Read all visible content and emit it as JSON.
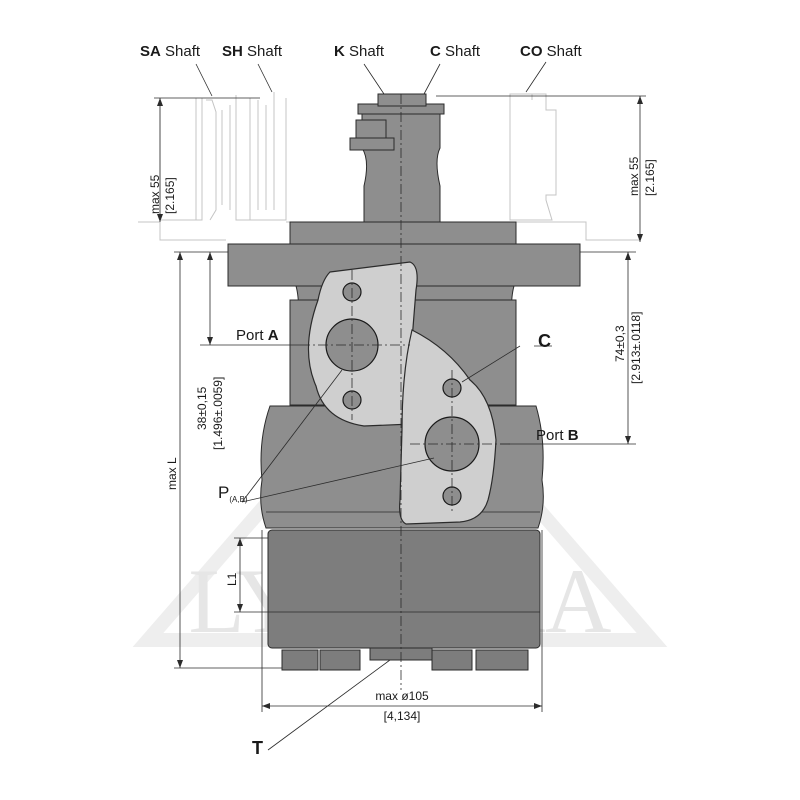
{
  "shaft_labels": [
    {
      "code": "SA",
      "word": "Shaft"
    },
    {
      "code": "SH",
      "word": "Shaft"
    },
    {
      "code": "K",
      "word": "Shaft"
    },
    {
      "code": "C",
      "word": "Shaft"
    },
    {
      "code": "CO",
      "word": "Shaft"
    }
  ],
  "ports": {
    "a_prefix": "Port ",
    "a_code": "A",
    "b_prefix": "Port ",
    "b_code": "B",
    "c_label": "C",
    "p_main": "P",
    "p_sub": "(A,B)",
    "t_label": "T"
  },
  "dimensions": {
    "left_height_metric": "max 55",
    "left_height_inch": "[2.165]",
    "right_height_metric": "max 55",
    "right_height_inch": "[2.165]",
    "port_offset_metric": "74±0,3",
    "port_offset_inch": "[2.913±.0118]",
    "port_a_metric": "38±0,15",
    "port_a_inch": "[1.496±.0059]",
    "overall_length": "max L",
    "l1": "L1",
    "diameter_metric": "max ø105",
    "diameter_inch": "[4,134]"
  },
  "watermark": "LYTAGRA",
  "colors": {
    "body": "#8e8e8e",
    "plate": "#cfcfcf",
    "line": "#2b2b2b",
    "watermark": "#e6e6e6"
  }
}
